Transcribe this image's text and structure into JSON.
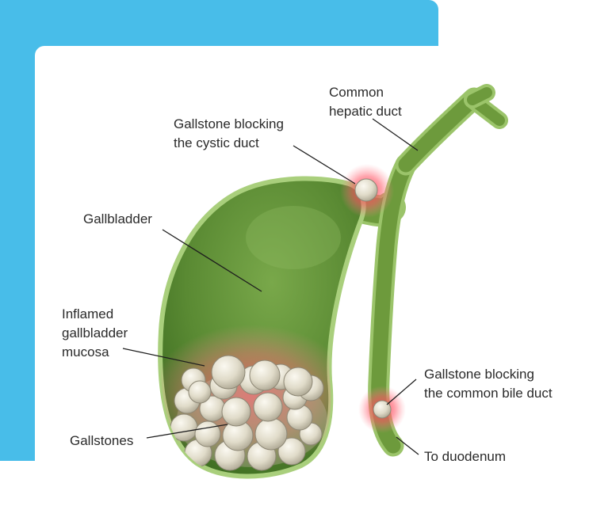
{
  "labels": {
    "common_hepatic_duct": [
      "Common",
      "hepatic duct"
    ],
    "cystic_duct_stone": [
      "Gallstone blocking",
      "the cystic duct"
    ],
    "gallbladder": [
      "Gallbladder"
    ],
    "inflamed_mucosa": [
      "Inflamed",
      "gallbladder",
      "mucosa"
    ],
    "gallstones": [
      "Gallstones"
    ],
    "bile_duct_stone": [
      "Gallstone blocking",
      "the common bile duct"
    ],
    "duodenum": [
      "To duodenum"
    ]
  },
  "colors": {
    "panel_blue": "#48bde9",
    "gallbladder_green": "#5b8a34",
    "duct_green": "#6d9a3c",
    "outline_green": "#9bc46a",
    "inflammation_red": "#ff4d5e",
    "stone_cream": "#e6e1d2"
  }
}
